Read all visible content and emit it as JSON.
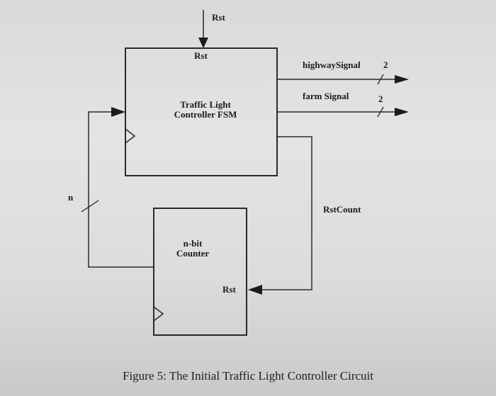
{
  "fsm_block": {
    "rst_input_label": "Rst",
    "rst_port_label": "Rst",
    "title_line1": "Traffic Light",
    "title_line2": "Controller FSM"
  },
  "outputs": {
    "highway_signal_label": "highwaySignal",
    "highway_signal_width": "2",
    "farm_signal_label": "farm Signal",
    "farm_signal_width": "2"
  },
  "rst_count_label": "RstCount",
  "bus_width_label": "n",
  "counter_block": {
    "title_line1": "n-bit",
    "title_line2": "Counter",
    "rst_port_label": "Rst"
  },
  "caption": "Figure 5: The Initial Traffic Light Controller Circuit"
}
